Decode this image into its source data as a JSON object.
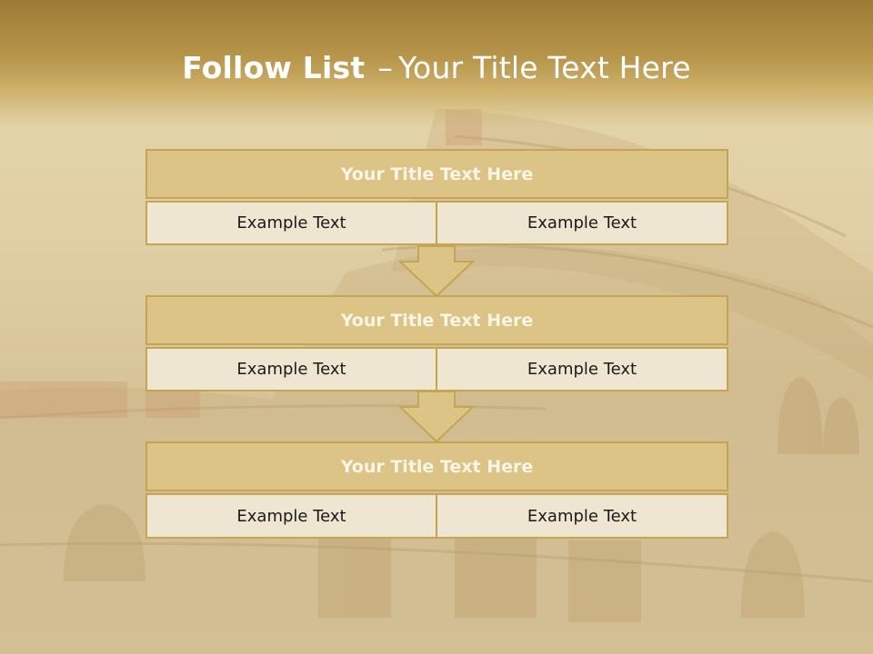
{
  "slide": {
    "title_bold": "Follow List",
    "title_dash": "–",
    "title_rest": "Your Title Text Here"
  },
  "steps": [
    {
      "title": "Your Title Text Here",
      "left": "Example Text",
      "right": "Example Text"
    },
    {
      "title": "Your Title Text Here",
      "left": "Example Text",
      "right": "Example Text"
    },
    {
      "title": "Your Title Text Here",
      "left": "Example Text",
      "right": "Example Text"
    }
  ],
  "colors": {
    "header_gold": "#b7954b",
    "panel_fill": "#dcc386",
    "panel_border": "#c5a553",
    "cell_fill": "#efe6d2",
    "arrow_fill": "#dcc386"
  },
  "icons": {
    "connector": "down-arrow-icon"
  }
}
